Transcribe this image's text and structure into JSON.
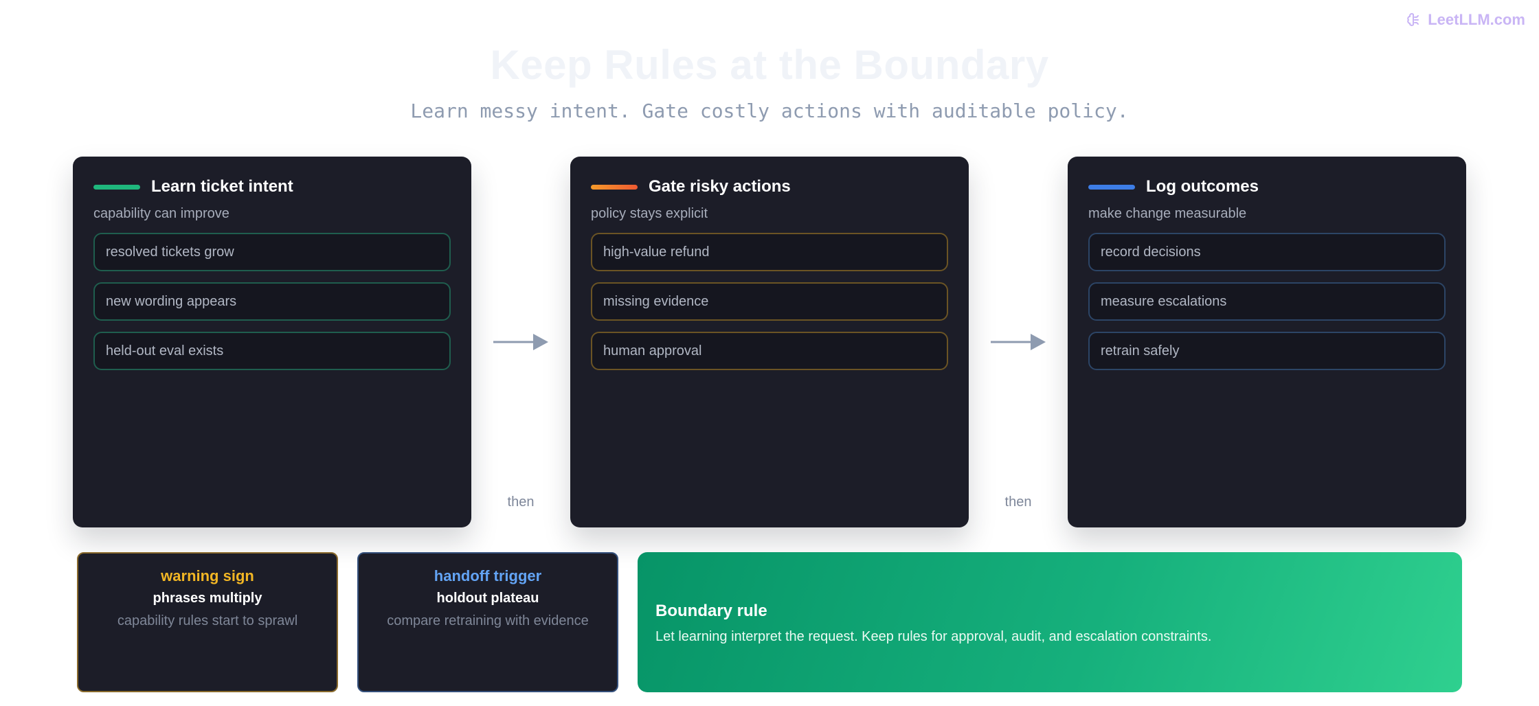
{
  "brand": {
    "name": "LeetLLM.com",
    "icon": "brain-icon",
    "color": "#c9b5f5"
  },
  "header": {
    "title": "Keep Rules at the Boundary",
    "subtitle": "Learn messy intent. Gate costly actions with auditable policy."
  },
  "stages": [
    {
      "title": "Learn ticket intent",
      "subtitle": "capability can improve",
      "accent": "#1fb77d",
      "border": "#1f5e4e",
      "items": [
        "resolved tickets grow",
        "new wording appears",
        "held-out eval exists"
      ]
    },
    {
      "title": "Gate risky actions",
      "subtitle": "policy stays explicit",
      "accent": "#f07a2a",
      "border": "#6b5424",
      "items": [
        "high-value refund",
        "missing evidence",
        "human approval"
      ]
    },
    {
      "title": "Log outcomes",
      "subtitle": "make change measurable",
      "accent": "#3d7de6",
      "border": "#2c4566",
      "items": [
        "record decisions",
        "measure escalations",
        "retrain safely"
      ]
    }
  ],
  "connectors": [
    {
      "label": "then",
      "icon": "arrow-right-icon"
    },
    {
      "label": "then",
      "icon": "arrow-right-icon"
    }
  ],
  "notes": [
    {
      "title": "warning sign",
      "strong": "phrases multiply",
      "text": "capability rules start to sprawl",
      "color": "#f2b624",
      "border": "#8a6a2c"
    },
    {
      "title": "handoff trigger",
      "strong": "holdout plateau",
      "text": "compare retraining with evidence",
      "color": "#63a4f5",
      "border": "#34507c"
    }
  ],
  "rule": {
    "title": "Boundary rule",
    "text": "Let learning interpret the request. Keep rules for approval, audit, and escalation constraints."
  }
}
